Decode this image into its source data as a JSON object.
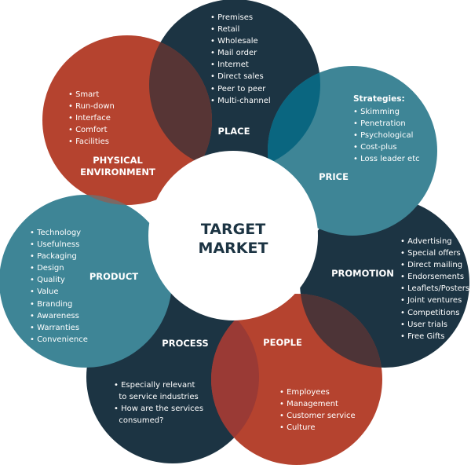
{
  "colors": {
    "navy": "#1c3443",
    "teal": "#3e8596",
    "red": "#b5432f"
  },
  "center": {
    "line1": "TARGET",
    "line2": "MARKET"
  },
  "place": {
    "label": "PLACE",
    "items": [
      "Premises",
      "Retail",
      "Wholesale",
      "Mail order",
      "Internet",
      "Direct sales",
      "Peer to peer",
      "Multi-channel"
    ]
  },
  "price": {
    "label": "PRICE",
    "heading": "Strategies:",
    "items": [
      "Skimming",
      "Penetration",
      "Psychological",
      "Cost-plus",
      "Loss leader etc"
    ]
  },
  "promotion": {
    "label": "PROMOTION",
    "items": [
      "Advertising",
      "Special offers",
      "Direct mailing",
      "Endorsements",
      "Leaflets/Posters",
      "Joint ventures",
      "Competitions",
      "User trials",
      "Free Gifts"
    ]
  },
  "people": {
    "label": "PEOPLE",
    "items": [
      "Employees",
      "Management",
      "Customer service",
      "Culture"
    ]
  },
  "process": {
    "label": "PROCESS",
    "items": [
      "Especially relevant",
      "to service industries",
      "How are the services",
      "consumed?"
    ]
  },
  "product": {
    "label": "PRODUCT",
    "items": [
      "Technology",
      "Usefulness",
      "Packaging",
      "Design",
      "Quality",
      "Value",
      "Branding",
      "Awareness",
      "Warranties",
      "Convenience"
    ]
  },
  "physical": {
    "label_line1": "PHYSICAL",
    "label_line2": "ENVIRONMENT",
    "items": [
      "Smart",
      "Run-down",
      "Interface",
      "Comfort",
      "Facilities"
    ]
  }
}
